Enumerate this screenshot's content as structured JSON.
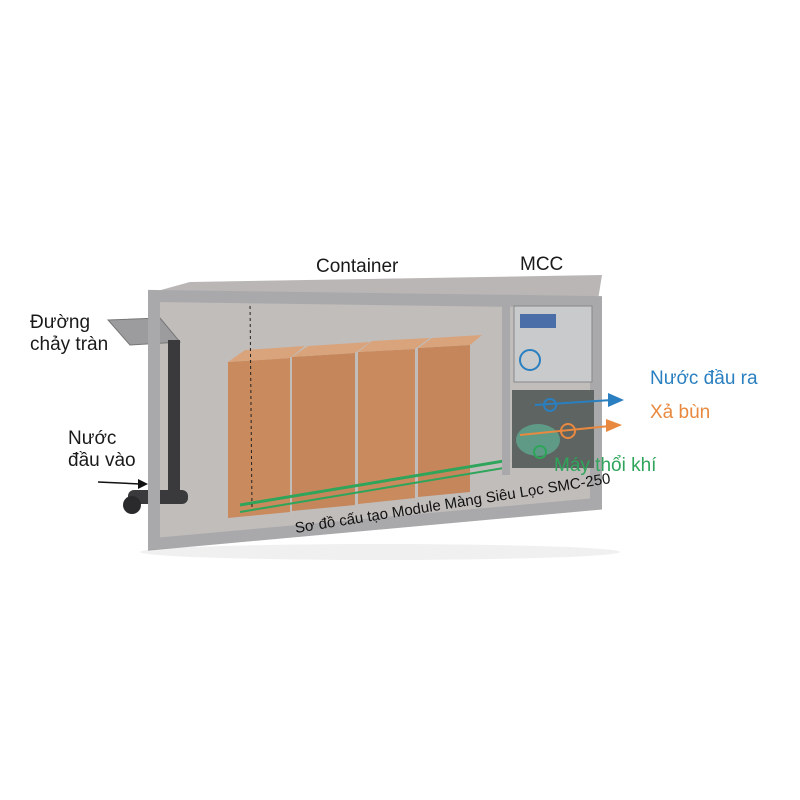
{
  "labels": {
    "container": "Container",
    "mcc": "MCC",
    "overflow_line1": "Đường",
    "overflow_line2": "chảy tràn",
    "inlet_line1": "Nước",
    "inlet_line2": "đầu vào",
    "outlet": "Nước đầu ra",
    "sludge": "Xả bùn",
    "blower": "Máy thổi khí"
  },
  "caption": "Sơ đồ cấu tạo Module Màng Siêu Lọc SMC-250",
  "colors": {
    "outlet": "#2a7fc0",
    "sludge": "#e8893f",
    "blower": "#2ea55a",
    "membrane": "#c98a5e",
    "frame": "#a9a9ab"
  }
}
